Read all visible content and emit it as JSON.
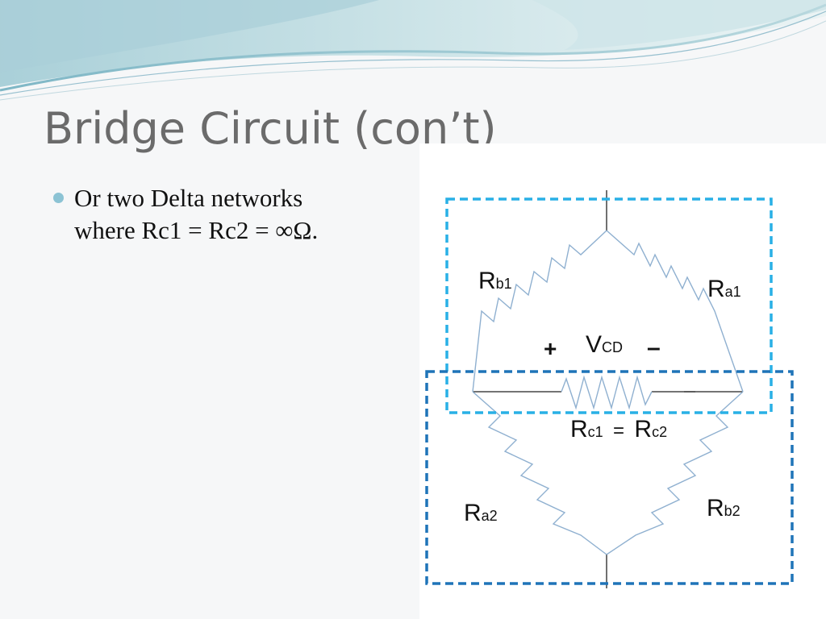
{
  "slide": {
    "title": "Bridge Circuit (con’t)",
    "bullets": [
      {
        "lines": [
          "Or two Delta networks",
          "where Rc1 = Rc2 = ∞Ω."
        ]
      }
    ]
  },
  "diagram": {
    "labels": {
      "rb1": {
        "main": "R",
        "sub": "b1"
      },
      "ra1": {
        "main": "R",
        "sub": "a1"
      },
      "ra2": {
        "main": "R",
        "sub": "a2"
      },
      "rb2": {
        "main": "R",
        "sub": "b2"
      },
      "rc1": {
        "main": "R",
        "sub": "c1"
      },
      "rc2": {
        "main": "R",
        "sub": "c2"
      },
      "equals": "=",
      "vcd": {
        "main": "V",
        "sub": "CD"
      },
      "plus": "+",
      "minus": "–"
    },
    "colors": {
      "wire": "#222222",
      "resistor": "#8fb0d0",
      "upper_box": "#29b0e6",
      "lower_box": "#1f74b8",
      "bullet": "#8cc3d4",
      "title": "#6b6b6b"
    }
  }
}
